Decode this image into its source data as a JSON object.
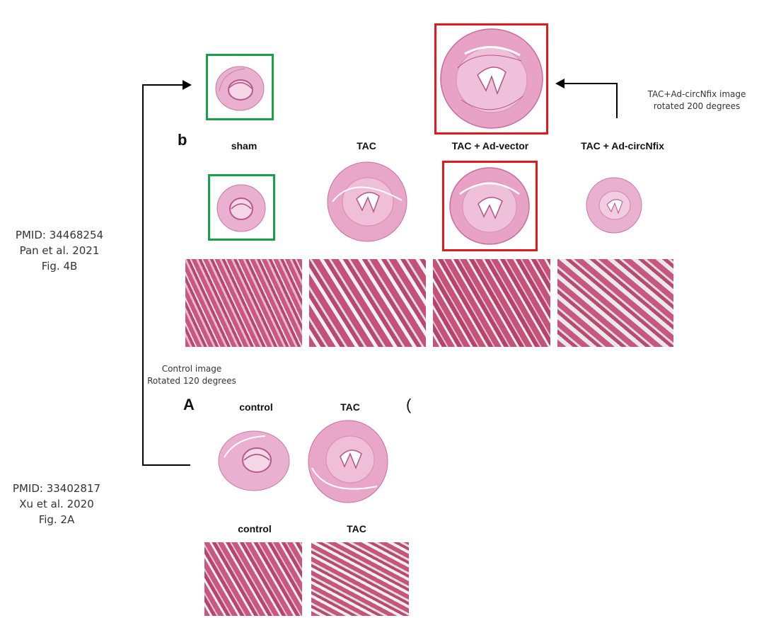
{
  "figure": {
    "pan": {
      "note": [
        "PMID: 34468254",
        "Pan et al. 2021",
        "Fig. 4B"
      ],
      "panel_letter": "b",
      "columns": [
        "sham",
        "TAC",
        "TAC + Ad-vector",
        "TAC + Ad-circNfix"
      ]
    },
    "xu": {
      "note": [
        "PMID: 33402817",
        "Xu et al. 2020",
        "Fig. 2A"
      ],
      "panel_letter": "A",
      "cut_letter": "(",
      "top_labels": [
        "control",
        "TAC"
      ],
      "bottom_labels": [
        "control",
        "TAC"
      ]
    },
    "annotations": {
      "rotation_right": [
        "TAC+Ad-circNfix image",
        "rotated 200 degrees"
      ],
      "rotation_left": [
        "Control image",
        "Rotated 120 degrees"
      ]
    },
    "colors": {
      "match_green": "#1aa04a",
      "match_red": "#e31a1c",
      "he_pink": "#e9a6c9",
      "he_dark": "#c25a8e"
    }
  }
}
